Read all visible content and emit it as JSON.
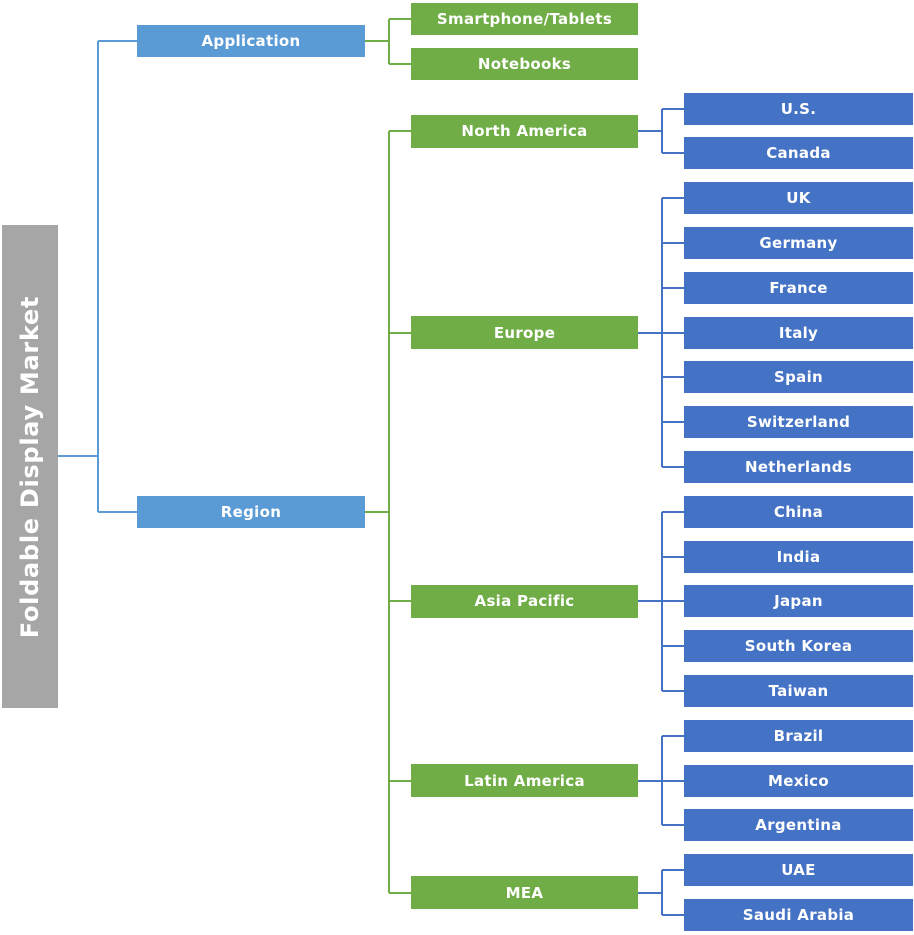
{
  "root": {
    "label": "Foldable Display Market"
  },
  "colors": {
    "root_bg": "#A6A6A6",
    "level1_bg": "#5B9BD5",
    "branch_bg": "#70AD47",
    "leaf_bg": "#4472C4",
    "connector_level1": "#5B9BD5",
    "connector_branch": "#70AD47",
    "connector_leaf": "#4472C4",
    "text": "#FFFFFF",
    "background": "#FFFFFF"
  },
  "branches": [
    {
      "label": "Application",
      "children": [
        {
          "label": "Smartphone/Tablets"
        },
        {
          "label": "Notebooks"
        }
      ]
    },
    {
      "label": "Region",
      "children": [
        {
          "label": "North America",
          "children": [
            {
              "label": "U.S."
            },
            {
              "label": "Canada"
            }
          ]
        },
        {
          "label": "Europe",
          "children": [
            {
              "label": "UK"
            },
            {
              "label": "Germany"
            },
            {
              "label": "France"
            },
            {
              "label": "Italy"
            },
            {
              "label": "Spain"
            },
            {
              "label": "Switzerland"
            },
            {
              "label": "Netherlands"
            }
          ]
        },
        {
          "label": "Asia Pacific",
          "children": [
            {
              "label": "China"
            },
            {
              "label": "India"
            },
            {
              "label": "Japan"
            },
            {
              "label": "South Korea"
            },
            {
              "label": "Taiwan"
            }
          ]
        },
        {
          "label": "Latin America",
          "children": [
            {
              "label": "Brazil"
            },
            {
              "label": "Mexico"
            },
            {
              "label": "Argentina"
            }
          ]
        },
        {
          "label": "MEA",
          "children": [
            {
              "label": "UAE"
            },
            {
              "label": "Saudi Arabia"
            }
          ]
        }
      ]
    }
  ]
}
